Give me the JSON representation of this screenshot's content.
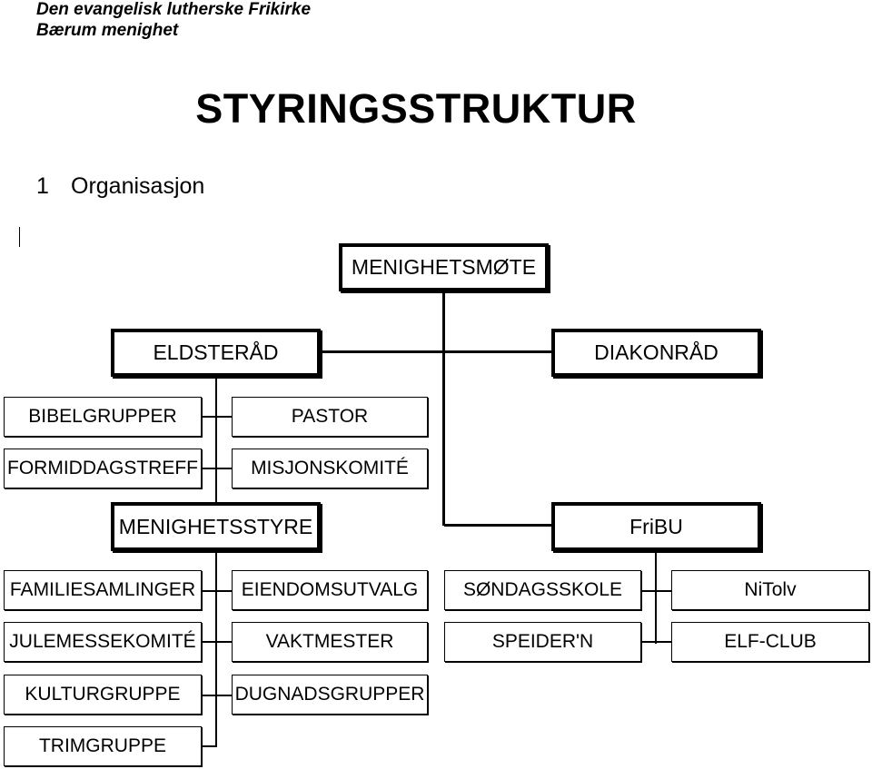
{
  "header": {
    "line1": "Den evangelisk lutherske Frikirke",
    "line2": "Bærum menighet"
  },
  "title": "STYRINGSSTRUKTUR",
  "section": {
    "number": "1",
    "label": "Organisasjon"
  },
  "org": {
    "menighetsmote": "MENIGHETSMØTE",
    "eldsterad": "ELDSTERÅD",
    "diakonrad": "DIAKONRÅD",
    "bibelgrupper": "BIBELGRUPPER",
    "formiddagstreff": "FORMIDDAGSTREFF",
    "pastor": "PASTOR",
    "misjonskomite": "MISJONSKOMITÉ",
    "menighetsstyre": "MENIGHETSSTYRE",
    "fribu": "FriBU",
    "familiesamlinger": "FAMILIESAMLINGER",
    "julemessekomite": "JULEMESSEKOMITÉ",
    "kulturgruppe": "KULTURGRUPPE",
    "trimgruppe": "TRIMGRUPPE",
    "eiendomsutvalg": "EIENDOMSUTVALG",
    "vaktmester": "VAKTMESTER",
    "dugnadsgrupper": "DUGNADSGRUPPER",
    "sondagsskole": "SØNDAGSSKOLE",
    "speidern": "SPEIDER'N",
    "nitolv": "NiTolv",
    "elfclub": "ELF-CLUB"
  }
}
